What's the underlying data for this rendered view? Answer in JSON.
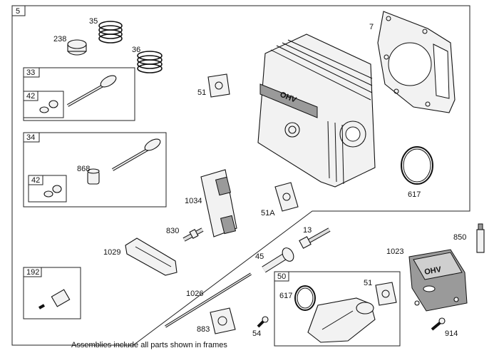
{
  "parts": [
    {
      "id": "p5",
      "label": "5"
    },
    {
      "id": "p238",
      "label": "238"
    },
    {
      "id": "p35",
      "label": "35"
    },
    {
      "id": "p36",
      "label": "36"
    },
    {
      "id": "p7",
      "label": "7"
    },
    {
      "id": "p33",
      "label": "33"
    },
    {
      "id": "p42a",
      "label": "42"
    },
    {
      "id": "p51a",
      "label": "51"
    },
    {
      "id": "p34",
      "label": "34"
    },
    {
      "id": "p868",
      "label": "868"
    },
    {
      "id": "p42b",
      "label": "42"
    },
    {
      "id": "p1034",
      "label": "1034"
    },
    {
      "id": "p51A",
      "label": "51A"
    },
    {
      "id": "p617a",
      "label": "617"
    },
    {
      "id": "p850",
      "label": "850"
    },
    {
      "id": "p830",
      "label": "830"
    },
    {
      "id": "p13",
      "label": "13"
    },
    {
      "id": "p1023",
      "label": "1023"
    },
    {
      "id": "p1029",
      "label": "1029"
    },
    {
      "id": "p45",
      "label": "45"
    },
    {
      "id": "p192",
      "label": "192"
    },
    {
      "id": "p50",
      "label": "50"
    },
    {
      "id": "p51b",
      "label": "51"
    },
    {
      "id": "p1026",
      "label": "1026"
    },
    {
      "id": "p617b",
      "label": "617"
    },
    {
      "id": "p883",
      "label": "883"
    },
    {
      "id": "p54",
      "label": "54"
    },
    {
      "id": "p914",
      "label": "914"
    }
  ],
  "footer_note": "Assemblies include all parts shown in frames",
  "head_logo": "OHV",
  "cover_logo": "OHV"
}
